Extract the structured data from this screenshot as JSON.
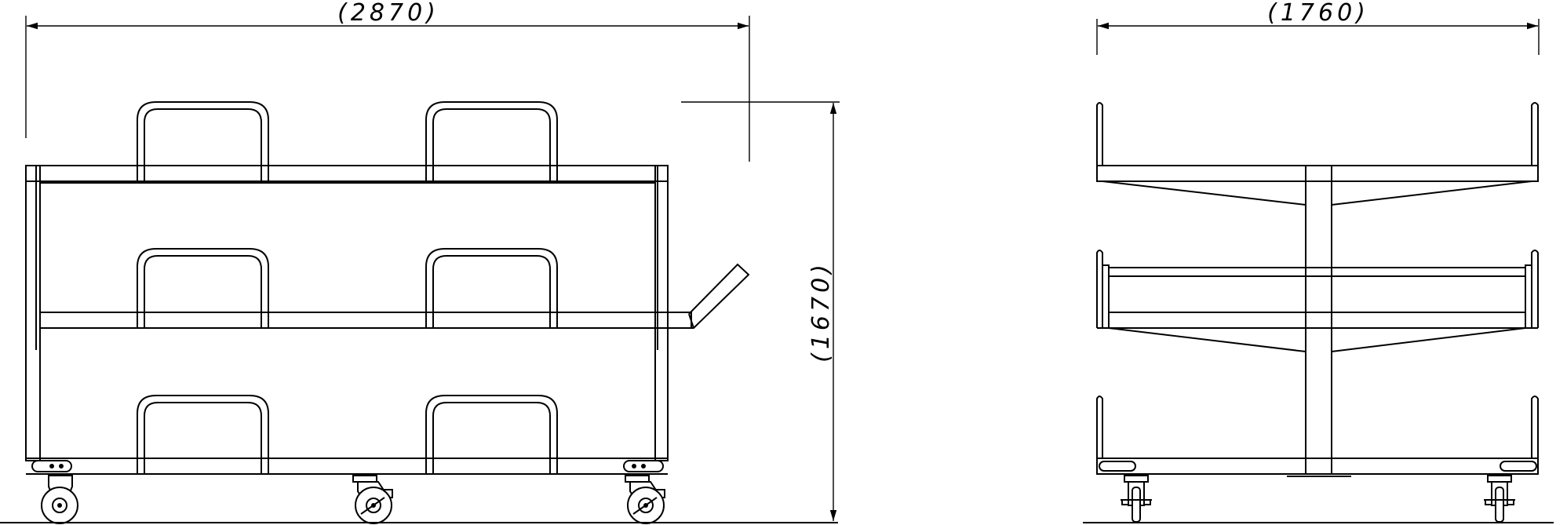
{
  "drawing": {
    "views": [
      {
        "name": "side-view",
        "overall_length_label": "(2870)",
        "height_label": "(1670)"
      },
      {
        "name": "end-view",
        "overall_width_label": "(1760)"
      }
    ]
  }
}
